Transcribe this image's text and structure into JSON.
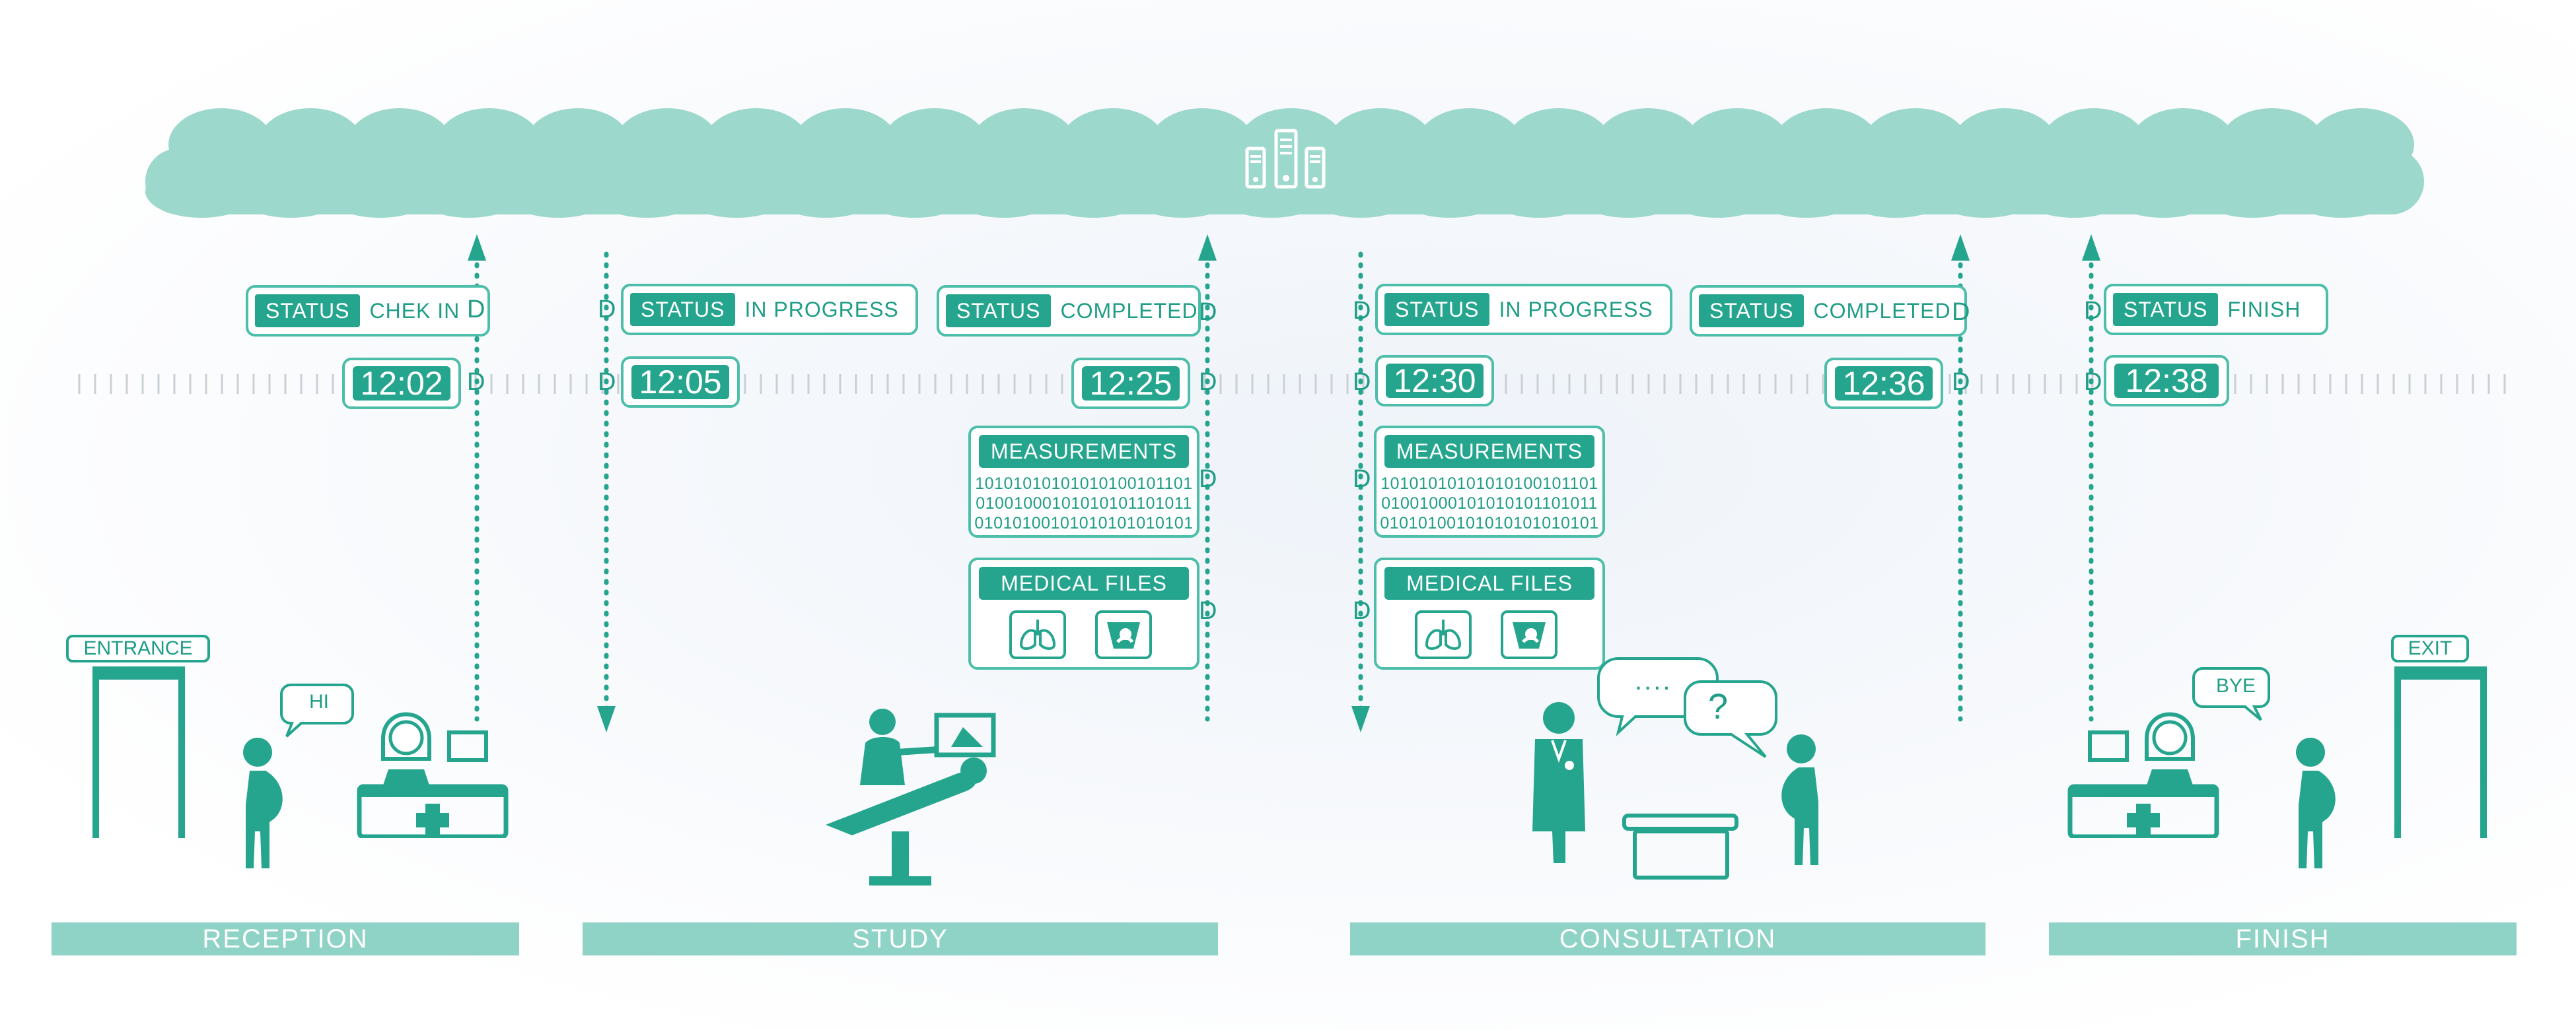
{
  "colors": {
    "teal": "#25a58e",
    "teal_light": "#9dd8cd",
    "teal_bar": "#8fd3c6",
    "text_teal": "#1f9d86"
  },
  "cloud": {
    "icon": "server-icon"
  },
  "checkpoints": [
    {
      "status_tag": "STATUS",
      "status_value": "CHEK IN",
      "time": "12:02",
      "flow": "up"
    },
    {
      "status_tag": "STATUS",
      "status_value": "IN PROGRESS",
      "time": "12:05",
      "flow": "down"
    },
    {
      "status_tag": "STATUS",
      "status_value": "COMPLETED",
      "time": "12:25",
      "flow": "up"
    },
    {
      "status_tag": "STATUS",
      "status_value": "IN PROGRESS",
      "time": "12:30",
      "flow": "down"
    },
    {
      "status_tag": "STATUS",
      "status_value": "COMPLETED",
      "time": "12:36",
      "flow": "up"
    },
    {
      "status_tag": "STATUS",
      "status_value": "FINISH",
      "time": "12:38",
      "flow": "up"
    }
  ],
  "data_marker": "D",
  "measurements": {
    "title": "MEASUREMENTS",
    "lines": [
      "10101010101010100101101",
      "01001000101010101101011",
      "01010100101010101010101"
    ]
  },
  "medical_files": {
    "title": "MEDICAL FILES",
    "icons": [
      "lungs-icon",
      "ultrasound-icon"
    ]
  },
  "scene": {
    "entrance_label": "ENTRANCE",
    "exit_label": "EXIT",
    "hi_bubble": "HI",
    "bye_bubble": "BYE",
    "dots_bubble": "....",
    "question_bubble": "?"
  },
  "stages": [
    "RECEPTION",
    "STUDY",
    "CONSULTATION",
    "FINISH"
  ]
}
